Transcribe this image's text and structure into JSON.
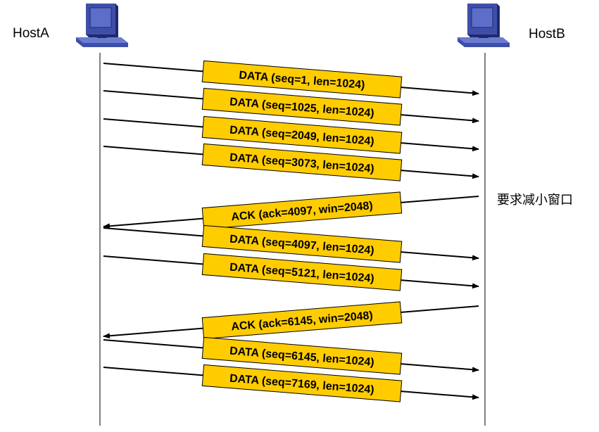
{
  "hosts": {
    "a": {
      "label": "HostA",
      "icon": "computer-icon"
    },
    "b": {
      "label": "HostB",
      "icon": "computer-icon"
    }
  },
  "note": "要求减小窗口",
  "colors": {
    "box_fill": "#FFCC00",
    "box_stroke": "#000000",
    "line": "#000000",
    "monitor_body": "#3F4FA8",
    "monitor_screen": "#5C6EC9",
    "monitor_dark": "#1E2A6E"
  },
  "messages": [
    {
      "dir": "A-to-B",
      "label": "DATA (seq=1, len=1024)"
    },
    {
      "dir": "A-to-B",
      "label": "DATA (seq=1025, len=1024)"
    },
    {
      "dir": "A-to-B",
      "label": "DATA (seq=2049, len=1024)"
    },
    {
      "dir": "A-to-B",
      "label": "DATA (seq=3073, len=1024)"
    },
    {
      "dir": "B-to-A",
      "label": "ACK (ack=4097, win=2048)"
    },
    {
      "dir": "A-to-B",
      "label": "DATA (seq=4097, len=1024)"
    },
    {
      "dir": "A-to-B",
      "label": "DATA (seq=5121, len=1024)"
    },
    {
      "dir": "B-to-A",
      "label": "ACK (ack=6145, win=2048)"
    },
    {
      "dir": "A-to-B",
      "label": "DATA (seq=6145, len=1024)"
    },
    {
      "dir": "A-to-B",
      "label": "DATA (seq=7169, len=1024)"
    }
  ]
}
